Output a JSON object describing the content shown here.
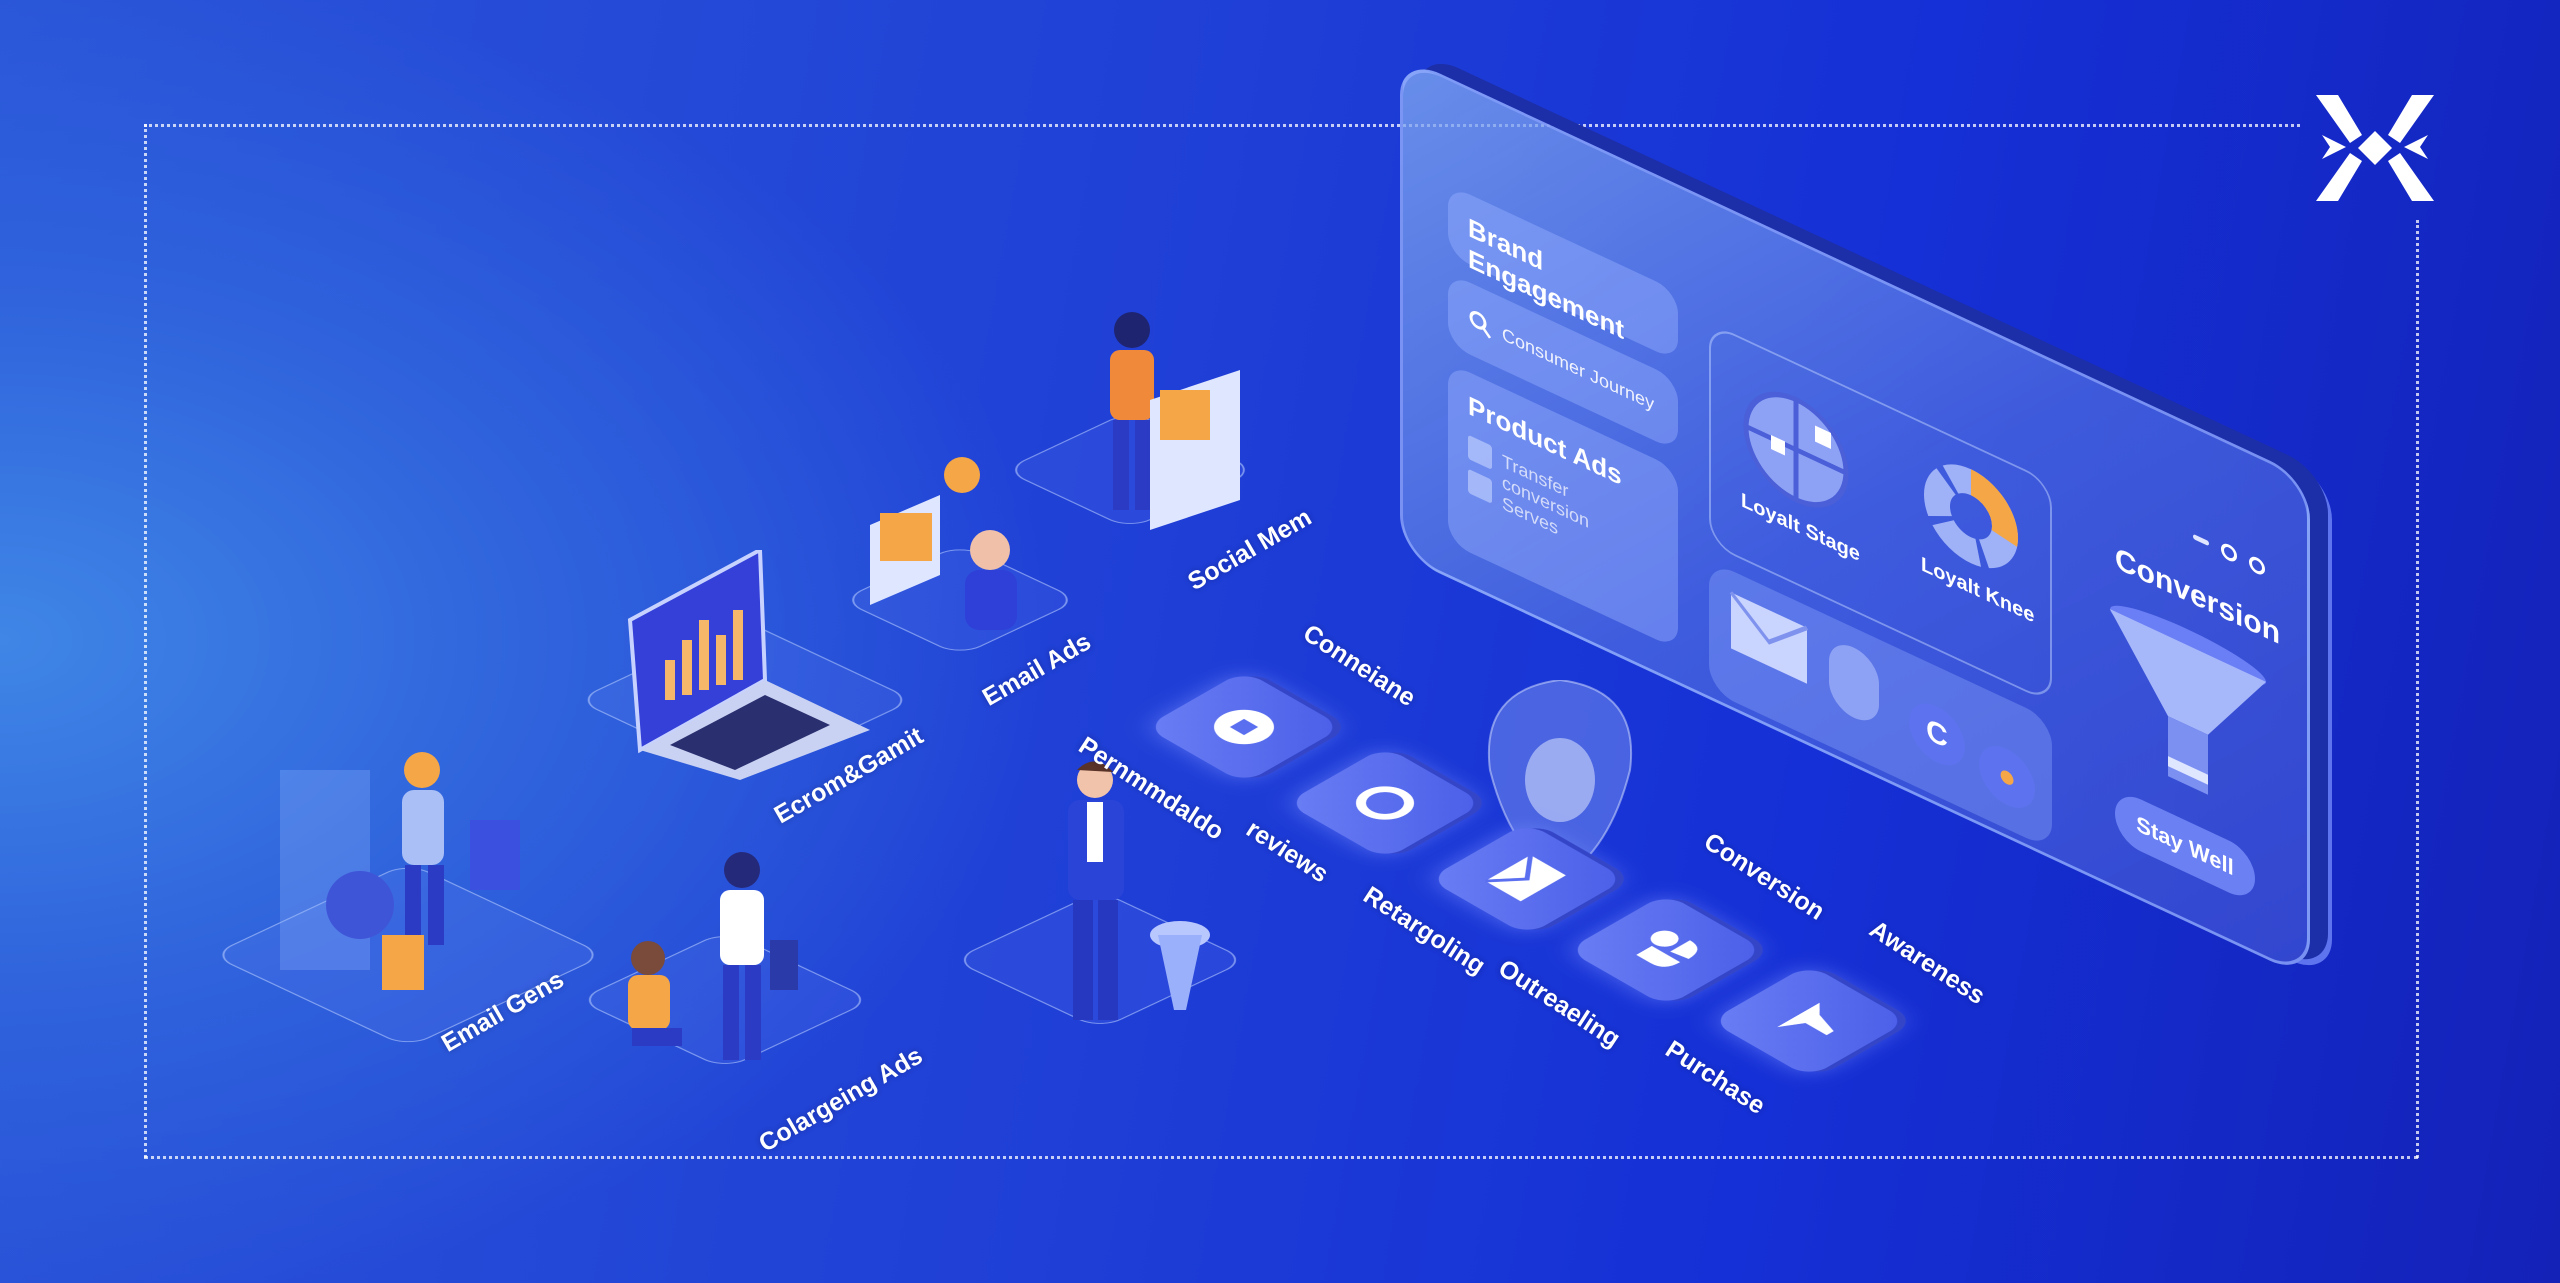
{
  "dashboard": {
    "brand_card": "Brand Engagement",
    "search_card": "Consumer Journey",
    "product_card": {
      "title": "Product Ads",
      "lines": [
        "Transfer conversion",
        "Serves"
      ]
    },
    "loyalty": [
      "Loyalt Stage",
      "Loyalt Knee"
    ],
    "conversion_title": "Conversion",
    "cta_button": "Stay Well"
  },
  "floor_labels": {
    "social": "Social Mem",
    "email_ads": "Email Ads",
    "ecommerce": "Ecrom&Gamit",
    "email_gens": "Email Gens",
    "colargeing": "Colargeing Ads"
  },
  "journey_labels": [
    "Conneiane",
    "Pernmmdaldo",
    "reviews",
    "Retargoling",
    "Conversion",
    "Outreaeling",
    "Awareness",
    "Purchase"
  ],
  "colors": {
    "accent_orange": "#f5a646",
    "tile": "#5a6ef0",
    "background": "#1f3fd6"
  },
  "logo": "x-mark-logo"
}
